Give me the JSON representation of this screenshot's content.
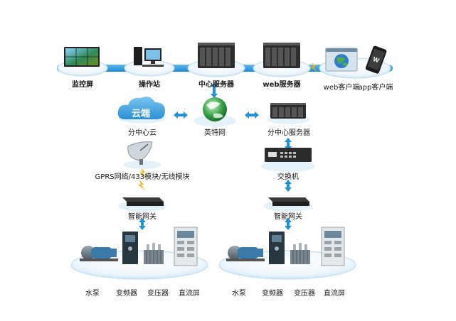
{
  "colors": {
    "band": "#2f9fe0",
    "band_light": "#e6f3fb",
    "arrow": "#1f93d9",
    "lightning": "#f2b705",
    "device_dark": "#2d2d2d"
  },
  "top_row": {
    "monitor_wall": "监控屏",
    "workstation": "操作站",
    "central_server": "中心服务器",
    "web_server": "web服务器",
    "web_client": "web客户端",
    "app_client": "app客户端"
  },
  "middle_row": {
    "cloud_badge": "云端",
    "sub_cloud": "分中心云",
    "internet": "英特网",
    "sub_server": "分中心服务器"
  },
  "left_site": {
    "radio_module": "GPRS网络/433模块/无线模块",
    "gateway": "智能网关",
    "equipment": [
      "水泵",
      "变频器",
      "变压器",
      "直流屏"
    ]
  },
  "right_site": {
    "switch": "交换机",
    "gateway": "智能网关",
    "equipment": [
      "水泵",
      "变频器",
      "变压器",
      "直流屏"
    ]
  }
}
